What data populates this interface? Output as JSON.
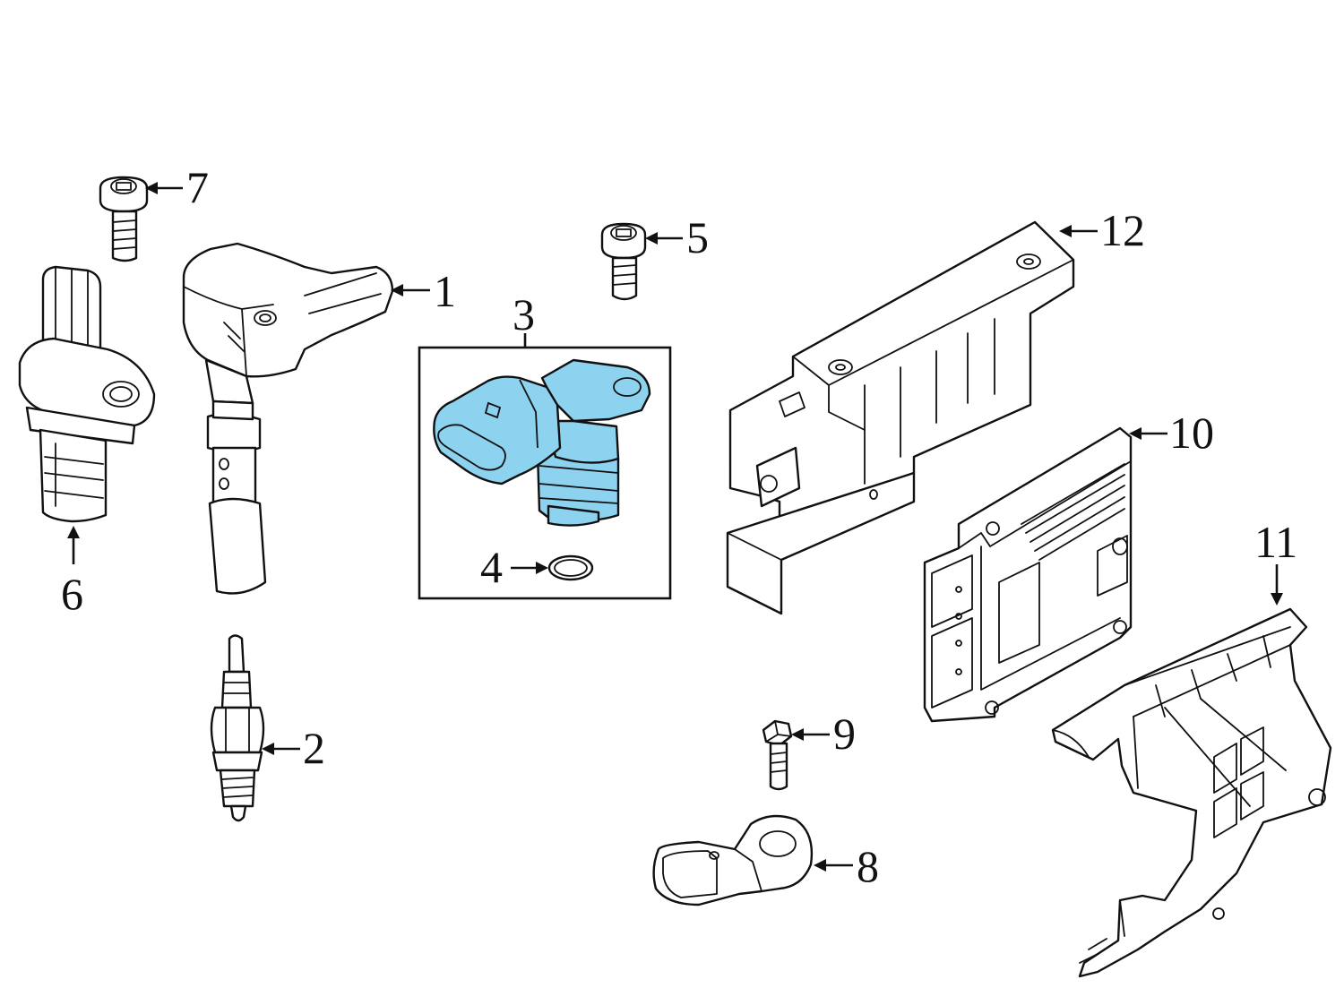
{
  "diagram": {
    "highlight_color": "#8dd2ee",
    "callouts": [
      "1",
      "2",
      "3",
      "4",
      "5",
      "6",
      "7",
      "8",
      "9",
      "10",
      "11",
      "12"
    ]
  }
}
